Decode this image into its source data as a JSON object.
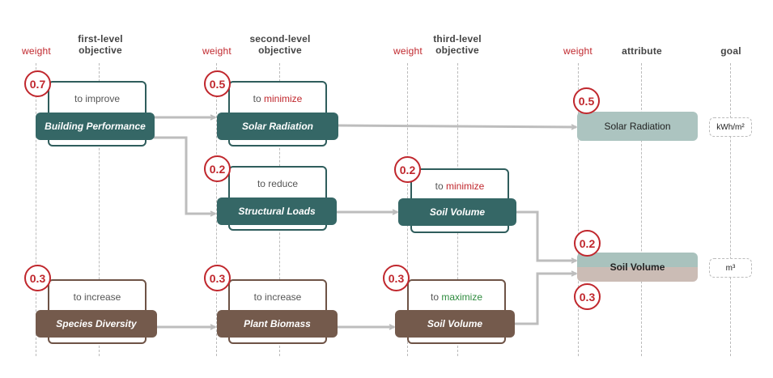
{
  "headers": {
    "weight1": "weight",
    "first_level": [
      "first-level",
      "objective"
    ],
    "weight2": "weight",
    "second_level": [
      "second-level",
      "objective"
    ],
    "weight3": "weight",
    "third_level": [
      "third-level",
      "objective"
    ],
    "weight4": "weight",
    "attribute": "attribute",
    "goal": "goal"
  },
  "nodes": {
    "building_performance": {
      "verb": "to improve",
      "keyword": "",
      "label": "Building Performance",
      "weight": "0.7"
    },
    "solar_radiation_obj": {
      "verb": "to ",
      "keyword": "minimize",
      "label": "Solar Radiation",
      "weight": "0.5"
    },
    "structural_loads": {
      "verb": "to reduce",
      "keyword": "",
      "label": "Structural Loads",
      "weight": "0.2"
    },
    "soil_volume_min": {
      "verb": "to ",
      "keyword": "minimize",
      "label": "Soil Volume",
      "weight": "0.2"
    },
    "species_diversity": {
      "verb": "to increase",
      "keyword": "",
      "label": "Species Diversity",
      "weight": "0.3"
    },
    "plant_biomass": {
      "verb": "to increase",
      "keyword": "",
      "label": "Plant Biomass",
      "weight": "0.3"
    },
    "soil_volume_max": {
      "verb": "to ",
      "keyword": "maximize",
      "label": "Soil Volume",
      "weight": "0.3"
    }
  },
  "attributes": {
    "solar_radiation": {
      "label": "Solar Radiation",
      "weight": "0.5",
      "unit": "kWh/m²"
    },
    "soil_volume": {
      "label": "Soil Volume",
      "weight_top": "0.2",
      "weight_bottom": "0.3",
      "unit": "m³"
    }
  },
  "colors": {
    "teal": "#356766",
    "brown": "#745a4c",
    "accent_red": "#c0272d",
    "accent_green": "#2e8b3e",
    "arrow": "#bdbdbd"
  }
}
